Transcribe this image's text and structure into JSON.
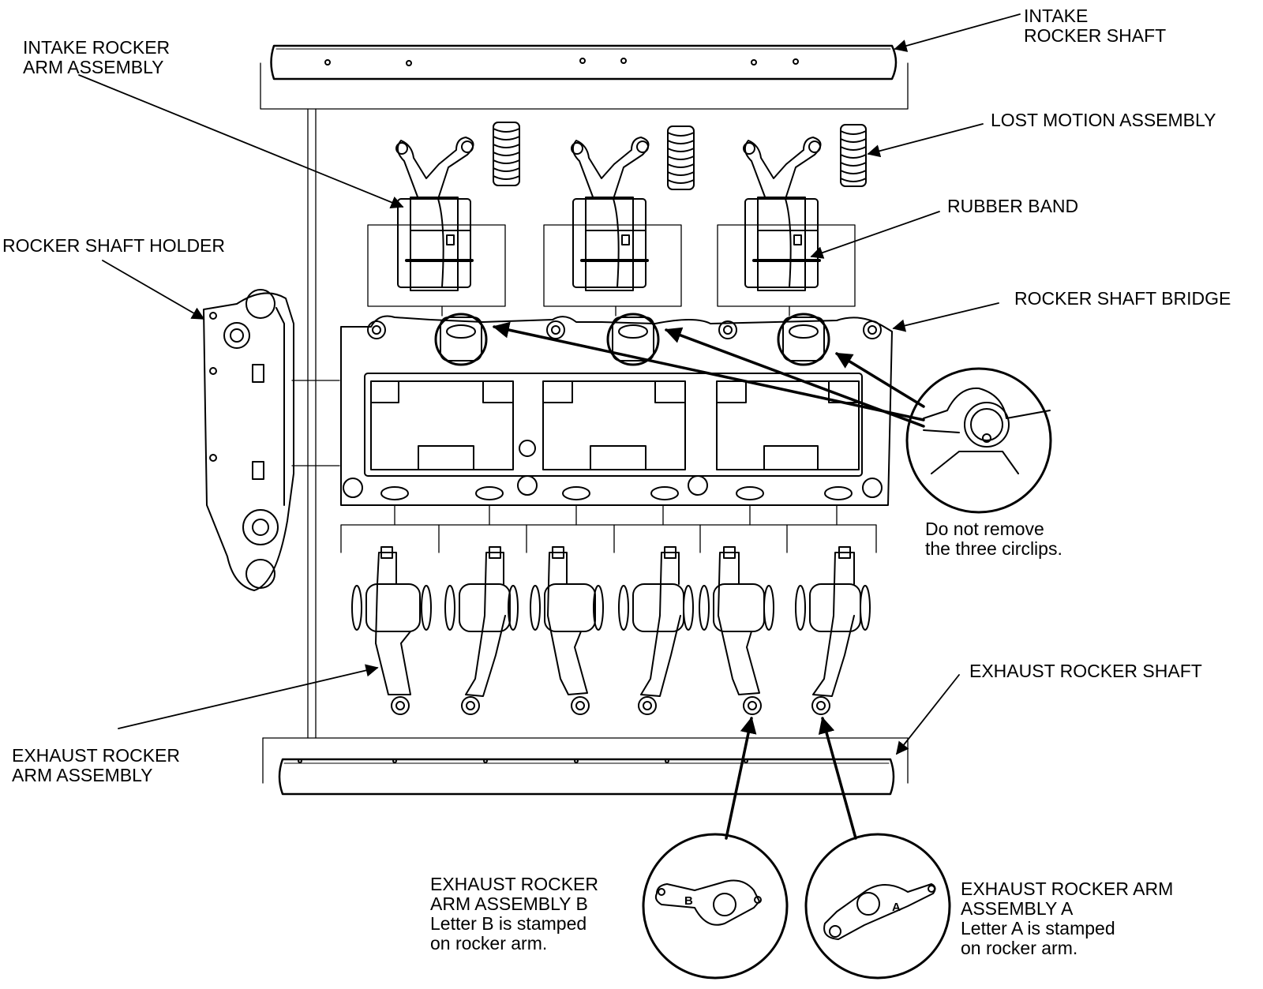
{
  "labels": {
    "intake_rocker_shaft": [
      "INTAKE",
      "ROCKER SHAFT"
    ],
    "intake_rocker_arm_assembly": [
      "INTAKE ROCKER",
      "ARM ASSEMBLY"
    ],
    "lost_motion_assembly": [
      "LOST MOTION ASSEMBLY"
    ],
    "rubber_band": [
      "RUBBER BAND"
    ],
    "rocker_shaft_holder": [
      "ROCKER SHAFT HOLDER"
    ],
    "rocker_shaft_bridge": [
      "ROCKER SHAFT BRIDGE"
    ],
    "circlip_note": [
      "Do not remove",
      "the three circlips."
    ],
    "exhaust_rocker_shaft": [
      "EXHAUST ROCKER SHAFT"
    ],
    "exhaust_rocker_arm_assembly": [
      "EXHAUST ROCKER",
      "ARM ASSEMBLY"
    ],
    "exhaust_arm_b": [
      "EXHAUST ROCKER",
      "ARM ASSEMBLY B",
      "Letter B is stamped",
      "on rocker arm."
    ],
    "exhaust_arm_a": [
      "EXHAUST ROCKER ARM",
      "ASSEMBLY A",
      "Letter A is stamped",
      "on rocker arm."
    ]
  },
  "stamp_letters": {
    "b": "B",
    "a": "A"
  },
  "colors": {
    "line": "#000000",
    "background": "#ffffff"
  }
}
